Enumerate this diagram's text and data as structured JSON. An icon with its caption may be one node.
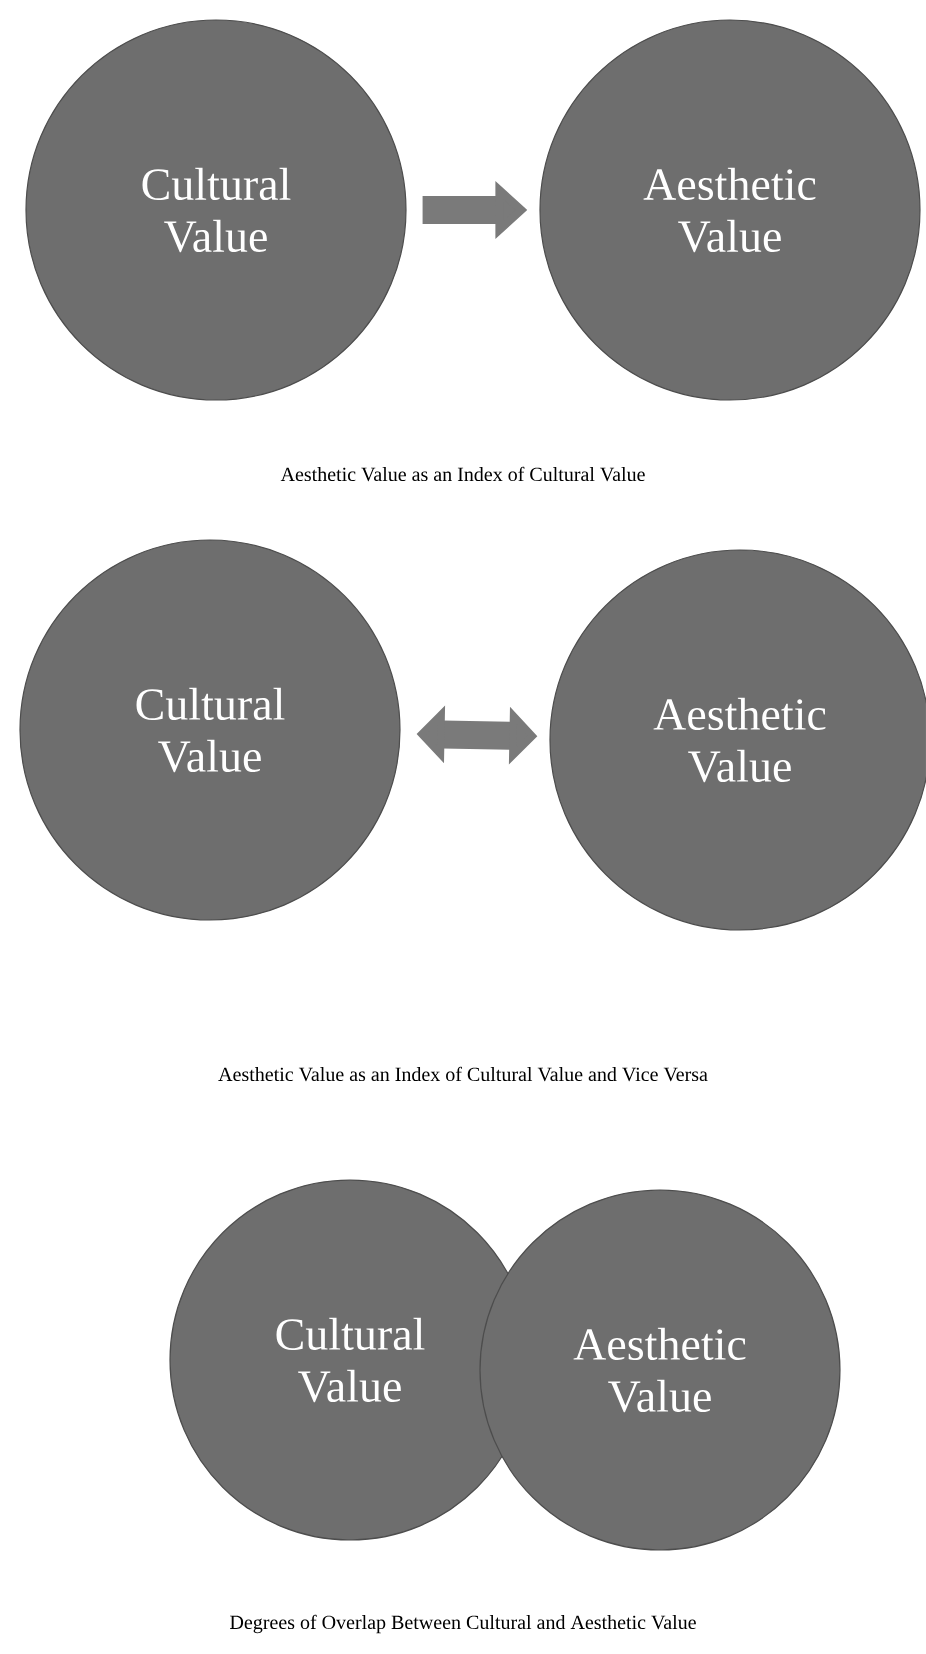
{
  "diagram": {
    "nodes": [
      {
        "text": [
          "Cultural Value"
        ]
      },
      {
        "text": [
          "Aesthetic Value"
        ]
      },
      {
        "text": [
          "Cultural Value"
        ]
      },
      {
        "text": [
          "Aesthetic Value"
        ]
      },
      {
        "text": [
          "Cultural Value"
        ]
      },
      {
        "text": [
          "Aesthetic Value"
        ]
      }
    ],
    "edges": [
      {
        "from": 0,
        "to": 1,
        "arrow": "to"
      },
      {
        "from": 2,
        "to": 3,
        "arrow": "both"
      }
    ],
    "labels": [
      "Aesthetic Value as an Index of Cultural Value",
      "Aesthetic Value as an Index of Cultural Value and Vice Versa",
      "Degrees of Overlap Between Cultural and Aesthetic Value"
    ]
  }
}
